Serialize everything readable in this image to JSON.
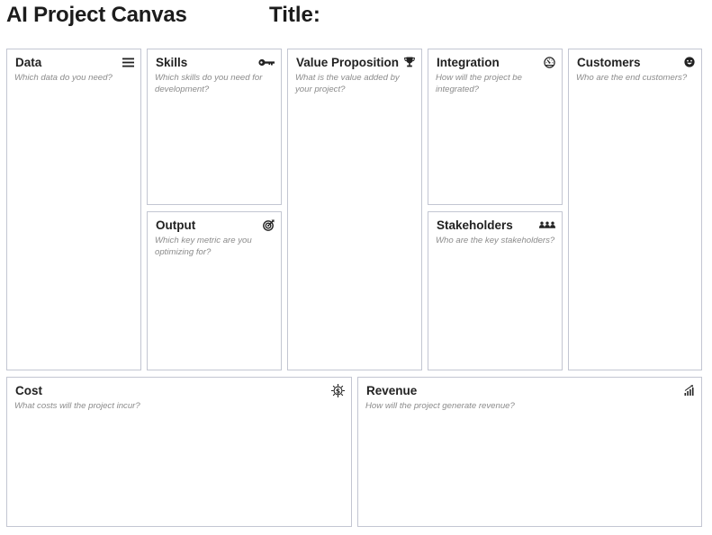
{
  "header": {
    "app_title": "AI Project Canvas",
    "title_label": "Title:"
  },
  "blocks": {
    "data": {
      "title": "Data",
      "hint": "Which data do you need?",
      "icon": "menu-lines-icon"
    },
    "skills": {
      "title": "Skills",
      "hint": "Which skills do you need for development?",
      "icon": "key-icon"
    },
    "output": {
      "title": "Output",
      "hint": "Which key metric are you optimizing for?",
      "icon": "target-icon"
    },
    "value": {
      "title": "Value Proposition",
      "hint": "What is the value added by your project?",
      "icon": "trophy-icon"
    },
    "integration": {
      "title": "Integration",
      "hint": "How will the project be integrated?",
      "icon": "dashboard-icon"
    },
    "stakeholders": {
      "title": "Stakeholders",
      "hint": "Who are the key stakeholders?",
      "icon": "people-icon"
    },
    "customers": {
      "title": "Customers",
      "hint": "Who are the end customers?",
      "icon": "smiley-icon"
    },
    "cost": {
      "title": "Cost",
      "hint": "What costs will the project incur?",
      "icon": "dollar-sun-icon"
    },
    "revenue": {
      "title": "Revenue",
      "hint": "How will the project generate revenue?",
      "icon": "growth-bars-icon"
    }
  },
  "colors": {
    "border": "#c3c6d2",
    "hint_text": "#8b8b8b",
    "title_text": "#222222"
  }
}
